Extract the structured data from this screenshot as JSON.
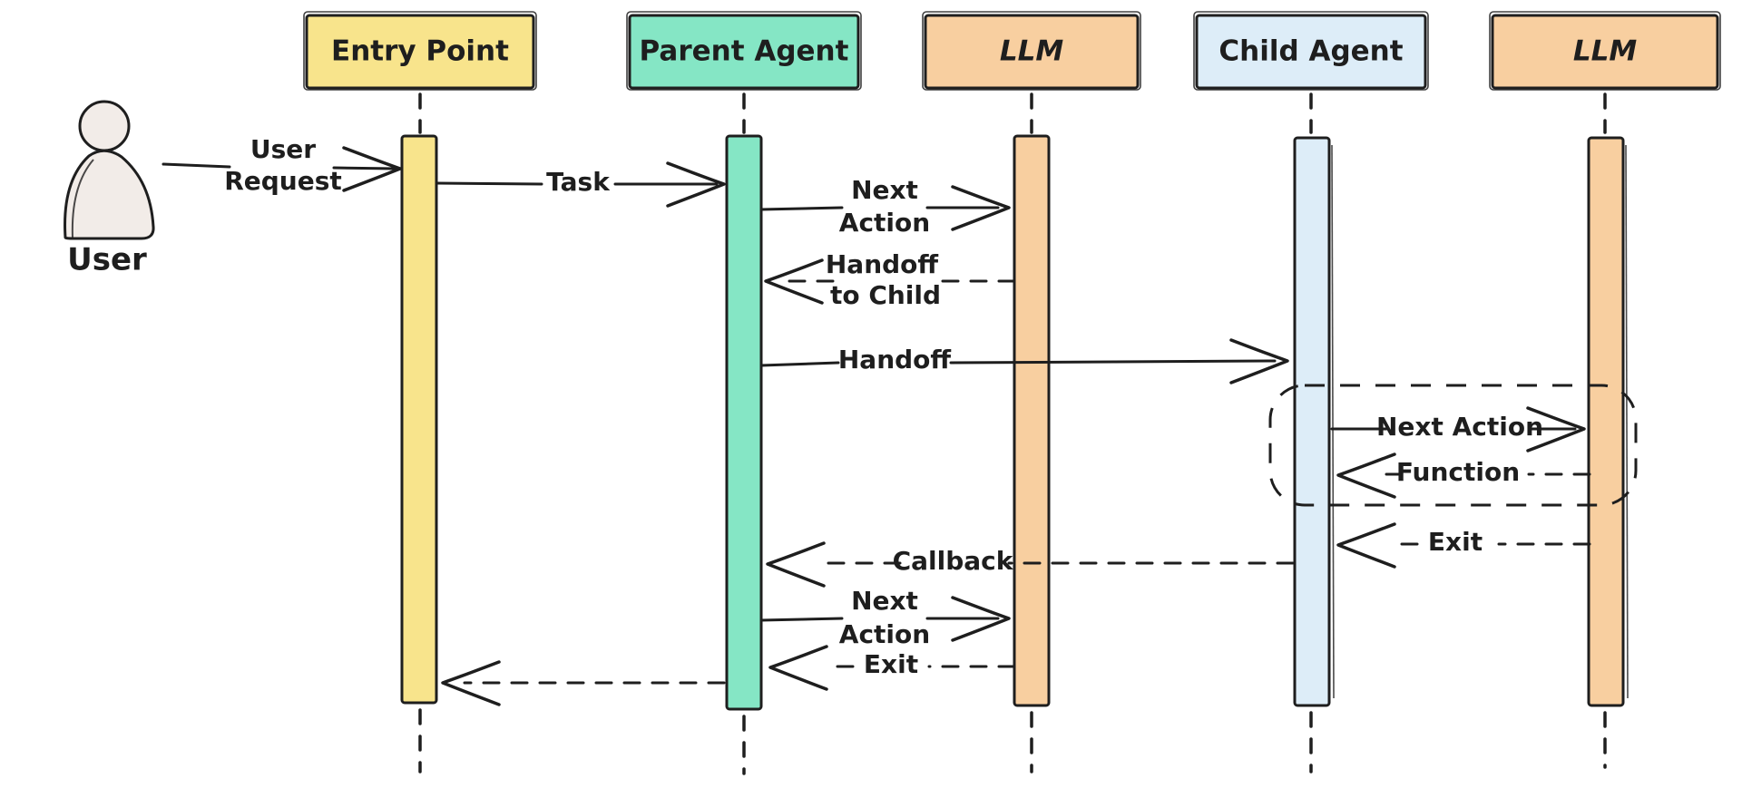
{
  "diagram": {
    "type": "sequence-diagram",
    "style": "hand-drawn",
    "actor": {
      "label": "User"
    },
    "participants": [
      {
        "label": "Entry Point",
        "fill": "#f8e48c"
      },
      {
        "label": "Parent Agent",
        "fill": "#85e6c5"
      },
      {
        "label": "LLM",
        "fill": "#f8cfa0"
      },
      {
        "label": "Child Agent",
        "fill": "#ddedf8"
      },
      {
        "label": "LLM",
        "fill": "#f8cfa0"
      }
    ],
    "messages": [
      {
        "from": "User",
        "to": "Entry Point",
        "style": "solid",
        "lines": [
          "User",
          "Request"
        ]
      },
      {
        "from": "Entry Point",
        "to": "Parent Agent",
        "style": "solid",
        "lines": [
          "Task"
        ]
      },
      {
        "from": "Parent Agent",
        "to": "LLM",
        "style": "solid",
        "lines": [
          "Next",
          "Action"
        ]
      },
      {
        "from": "LLM",
        "to": "Parent Agent",
        "style": "dashed",
        "lines": [
          "Handoff",
          "to Child"
        ]
      },
      {
        "from": "Parent Agent",
        "to": "Child Agent",
        "style": "solid",
        "lines": [
          "Handoff"
        ]
      },
      {
        "from": "Child Agent",
        "to": "LLM",
        "style": "solid",
        "lines": [
          "Next Action"
        ],
        "in_group": true
      },
      {
        "from": "LLM",
        "to": "Child Agent",
        "style": "dashed",
        "lines": [
          "Function"
        ],
        "in_group": true
      },
      {
        "from": "LLM",
        "to": "Child Agent",
        "style": "dashed",
        "lines": [
          "Exit"
        ]
      },
      {
        "from": "Child Agent",
        "to": "Parent Agent",
        "style": "dashed",
        "lines": [
          "Callback"
        ]
      },
      {
        "from": "Parent Agent",
        "to": "LLM",
        "style": "solid",
        "lines": [
          "Next",
          "Action"
        ]
      },
      {
        "from": "LLM",
        "to": "Parent Agent",
        "style": "dashed",
        "lines": [
          "Exit"
        ]
      },
      {
        "from": "Parent Agent",
        "to": "Entry Point",
        "style": "dashed",
        "lines": []
      }
    ],
    "group_frame": {
      "shape": "dashed-rounded-rect",
      "encloses": [
        "Next Action",
        "Function"
      ]
    },
    "colors": {
      "background": "#ffffff",
      "stroke": "#1e1e1e",
      "actor_fill": "#f2ece8",
      "yellow": "#f8e48c",
      "mint": "#85e6c5",
      "orange": "#f8cfa0",
      "light_blue": "#ddedf8"
    }
  }
}
